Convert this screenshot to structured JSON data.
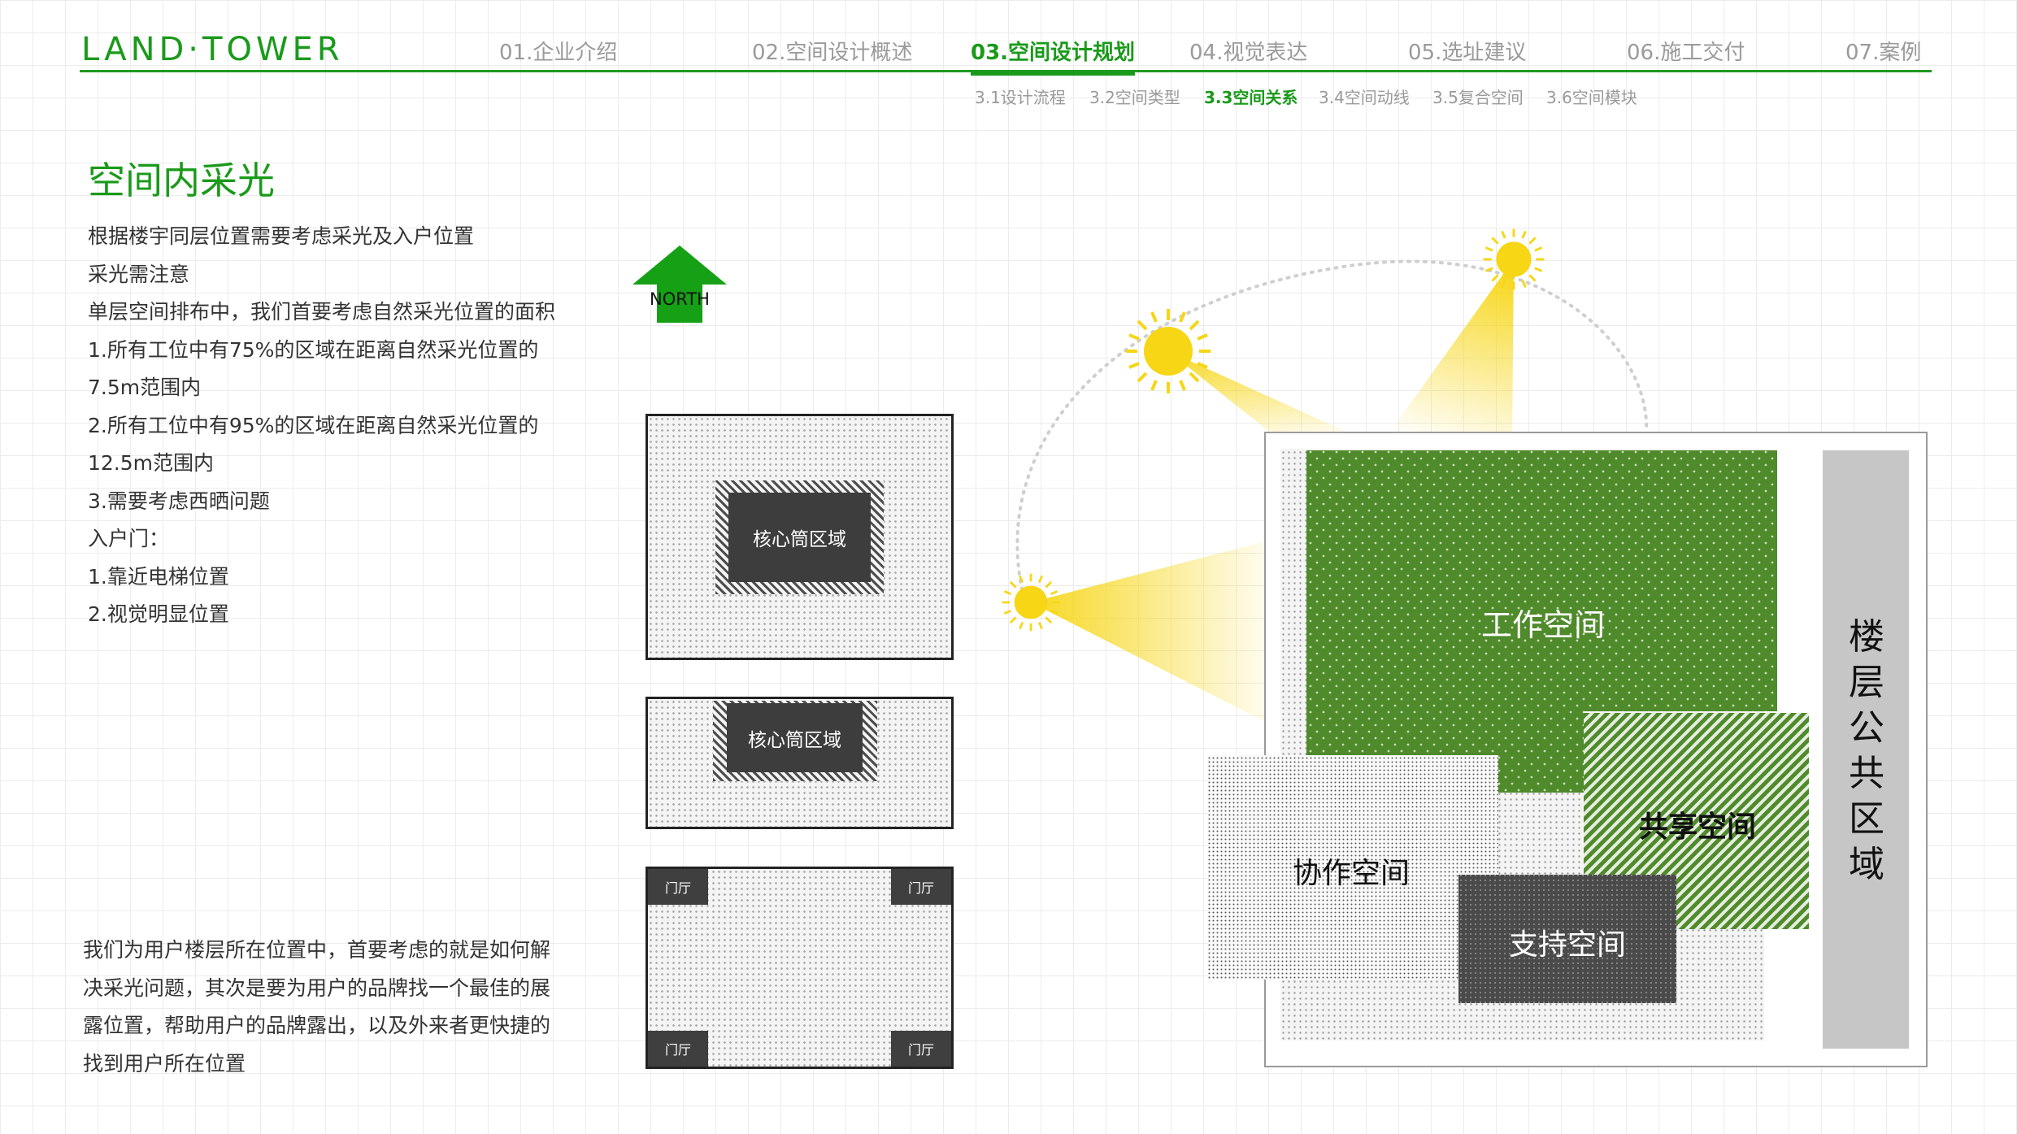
{
  "logo": "LAND·TOWER",
  "nav": [
    {
      "label": "01.企业介绍"
    },
    {
      "label": "02.空间设计概述"
    },
    {
      "label": "03.空间设计规划"
    },
    {
      "label": "04.视觉表达"
    },
    {
      "label": "05.选址建议"
    },
    {
      "label": "06.施工交付"
    },
    {
      "label": "07.案例"
    }
  ],
  "subnav": [
    {
      "label": "3.1设计流程"
    },
    {
      "label": "3.2空间类型"
    },
    {
      "label": "3.3空间关系"
    },
    {
      "label": "3.4空间动线"
    },
    {
      "label": "3.5复合空间"
    },
    {
      "label": "3.6空间模块"
    }
  ],
  "title": "空间内采光",
  "lines": [
    "根据楼宇同层位置需要考虑采光及入户位置",
    "采光需注意",
    "单层空间排布中，我们首要考虑自然采光位置的面积",
    "1.所有工位中有75%的区域在距离自然采光位置的",
    "7.5m范围内",
    "2.所有工位中有95%的区域在距离自然采光位置的",
    "12.5m范围内",
    "3.需要考虑西晒问题",
    "入户门：",
    "1.靠近电梯位置",
    "2.视觉明显位置"
  ],
  "paragraph": [
    "我们为用户楼层所在位置中，首要考虑的就是如何解",
    "决采光问题，其次是要为用户的品牌找一个最佳的展",
    "露位置，帮助用户的品牌露出，以及外来者更快捷的",
    "找到用户所在位置"
  ],
  "north_label": "NORTH",
  "core_label": "核心筒区域",
  "lobby_label": "门厅",
  "zones": {
    "work": "工作空间",
    "shared": "共享空间",
    "collab": "协作空间",
    "support": "支持空间",
    "public": "楼层公共区域"
  },
  "colors": {
    "brand_green": "#1a9a1a",
    "work_green": "#4f8a2b",
    "sun_yellow": "#f6d615",
    "dark_gray": "#3d3d3d",
    "public_gray": "#c6c6c6"
  },
  "icons": [
    "north-arrow-icon",
    "sun-icon"
  ]
}
